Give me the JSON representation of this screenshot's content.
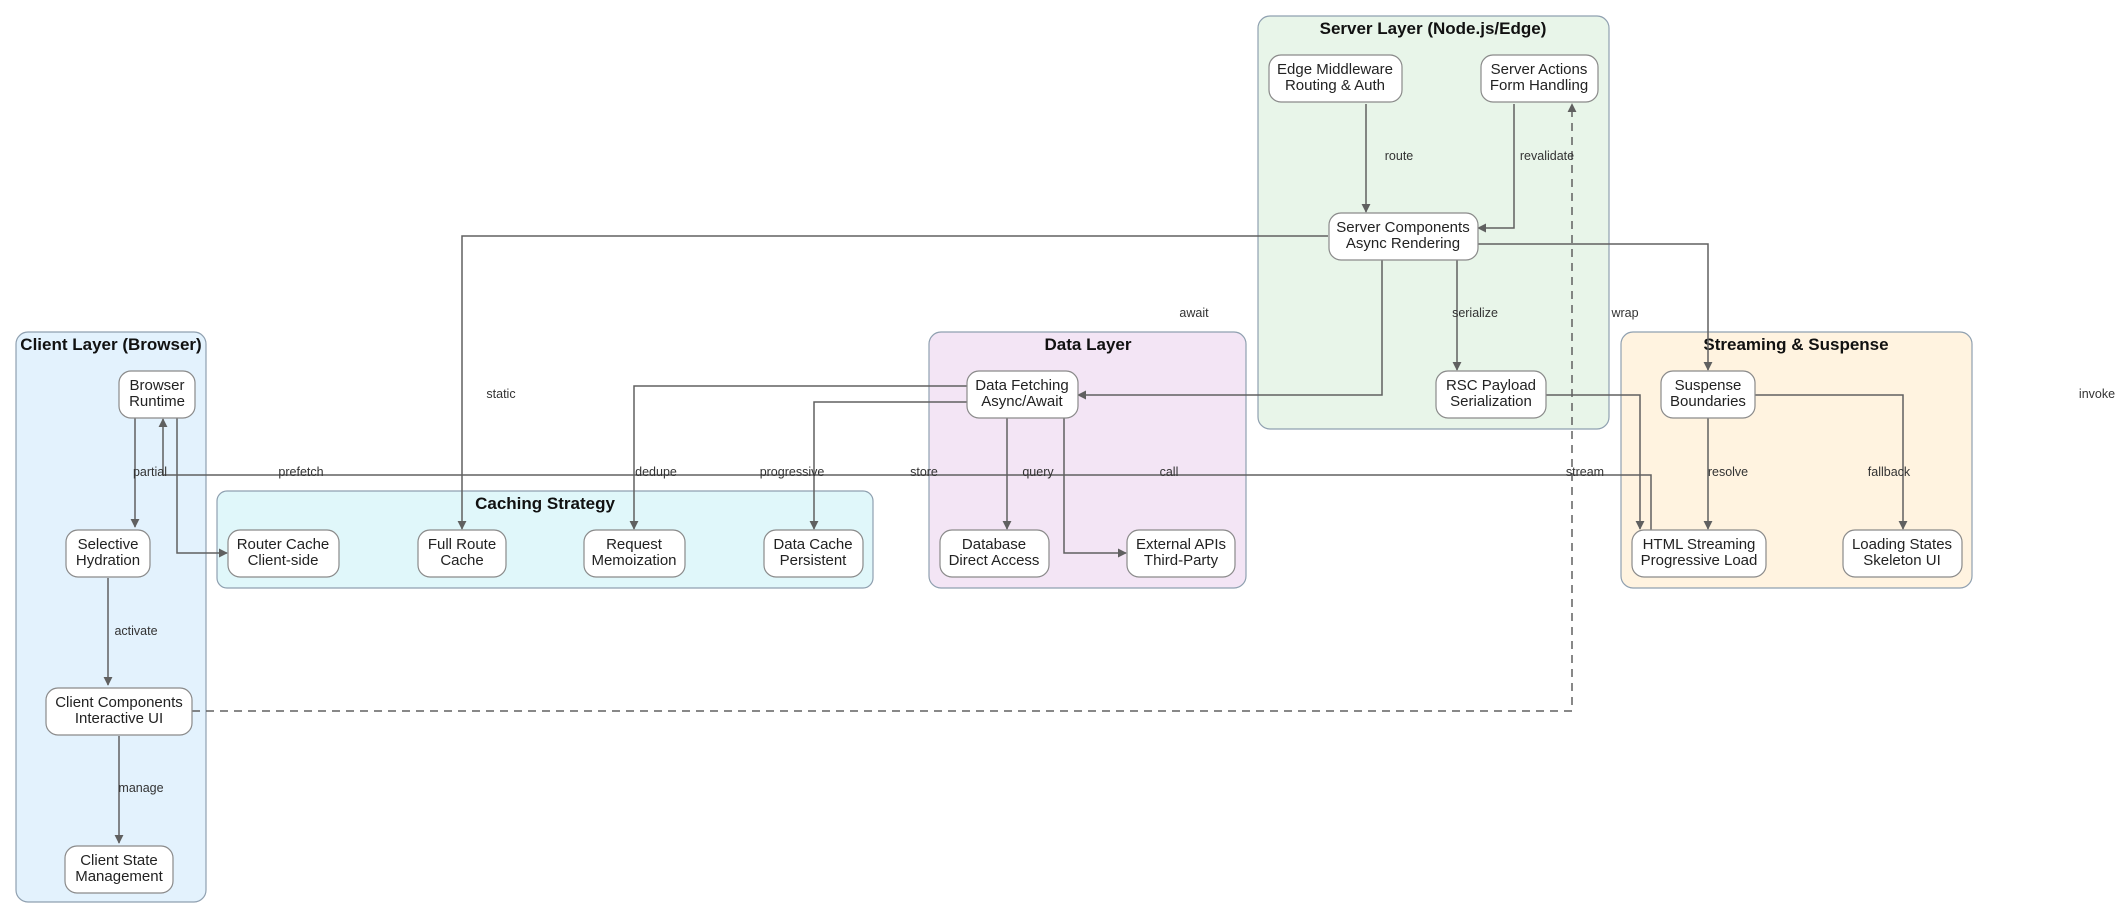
{
  "colors": {
    "client_layer": "#e3f2fd",
    "caching": "#e0f7fa",
    "data_layer": "#f3e5f5",
    "server_layer": "#e8f5e9",
    "streaming": "#fff3e0",
    "group_stroke": "#8fa0b0",
    "edge": "#606060"
  },
  "groups": {
    "client": {
      "title": "Client Layer (Browser)"
    },
    "caching": {
      "title": "Caching Strategy"
    },
    "data": {
      "title": "Data Layer"
    },
    "server": {
      "title": "Server Layer (Node.js/Edge)"
    },
    "streaming": {
      "title": "Streaming & Suspense"
    }
  },
  "nodes": {
    "browser_runtime": {
      "line1": "Browser",
      "line2": "Runtime"
    },
    "selective_hydration": {
      "line1": "Selective",
      "line2": "Hydration"
    },
    "client_components": {
      "line1": "Client Components",
      "line2": "Interactive UI"
    },
    "client_state": {
      "line1": "Client State",
      "line2": "Management"
    },
    "router_cache": {
      "line1": "Router Cache",
      "line2": "Client-side"
    },
    "full_route_cache": {
      "line1": "Full Route",
      "line2": "Cache"
    },
    "request_memo": {
      "line1": "Request",
      "line2": "Memoization"
    },
    "data_cache": {
      "line1": "Data Cache",
      "line2": "Persistent"
    },
    "data_fetching": {
      "line1": "Data Fetching",
      "line2": "Async/Await"
    },
    "database": {
      "line1": "Database",
      "line2": "Direct Access"
    },
    "external_apis": {
      "line1": "External APIs",
      "line2": "Third-Party"
    },
    "edge_middleware": {
      "line1": "Edge Middleware",
      "line2": "Routing & Auth"
    },
    "server_actions": {
      "line1": "Server Actions",
      "line2": "Form Handling"
    },
    "server_components": {
      "line1": "Server Components",
      "line2": "Async Rendering"
    },
    "rsc_payload": {
      "line1": "RSC Payload",
      "line2": "Serialization"
    },
    "suspense": {
      "line1": "Suspense",
      "line2": "Boundaries"
    },
    "html_streaming": {
      "line1": "HTML Streaming",
      "line2": "Progressive Load"
    },
    "loading_states": {
      "line1": "Loading States",
      "line2": "Skeleton UI"
    }
  },
  "edge_labels": {
    "partial": "partial",
    "prefetch": "prefetch",
    "activate": "activate",
    "manage": "manage",
    "route": "route",
    "revalidate": "revalidate",
    "serialize": "serialize",
    "await": "await",
    "wrap": "wrap",
    "static": "static",
    "dedupe": "dedupe",
    "progressive": "progressive",
    "store": "store",
    "query": "query",
    "call": "call",
    "stream": "stream",
    "resolve": "resolve",
    "fallback": "fallback",
    "invoke": "invoke"
  }
}
